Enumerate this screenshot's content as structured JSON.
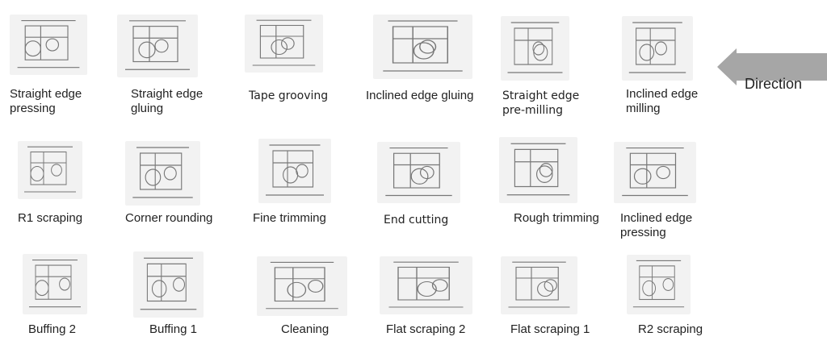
{
  "direction_label": "Direction",
  "rows": [
    [
      {
        "label": "Straight edge pressing"
      },
      {
        "label": "Straight edge gluing"
      },
      {
        "label": "Tape grooving"
      },
      {
        "label": "Inclined edge gluing"
      },
      {
        "label": "Straight edge pre-milling"
      },
      {
        "label": "Inclined edge milling"
      }
    ],
    [
      {
        "label": "R1 scraping"
      },
      {
        "label": "Corner rounding"
      },
      {
        "label": "Fine trimming"
      },
      {
        "label": "End cutting"
      },
      {
        "label": "Rough trimming"
      },
      {
        "label": "Inclined edge pressing"
      }
    ],
    [
      {
        "label": "Buffing 2"
      },
      {
        "label": "Buffing 1"
      },
      {
        "label": "Cleaning"
      },
      {
        "label": "Flat scraping 2"
      },
      {
        "label": "Flat scraping 1"
      },
      {
        "label": "R2 scraping"
      }
    ]
  ]
}
